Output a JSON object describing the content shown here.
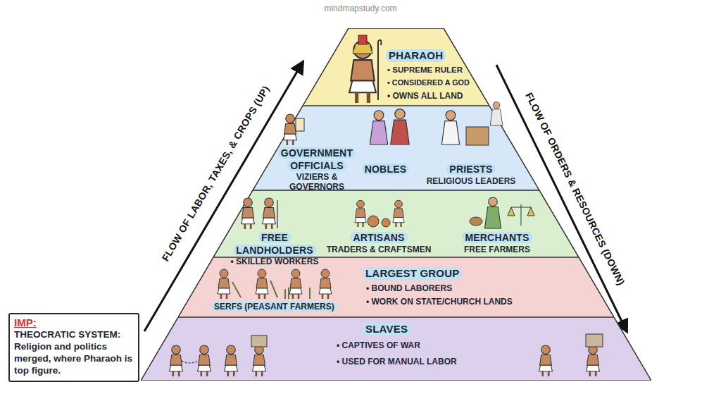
{
  "diagram": {
    "nodes": [
      {
        "text": [
          "PHARAOH",
          "• SUPREME RULER",
          "• CONSIDERED A GOD",
          "• OWNS ALL LAND"
        ]
      },
      {
        "text": [
          "GOVERNMENT OFFICIALS",
          "VIZIERS & GOVERNORS"
        ]
      },
      {
        "text": [
          "NOBLES"
        ]
      },
      {
        "text": [
          "PRIESTS",
          "RELIGIOUS LEADERS"
        ]
      },
      {
        "text": [
          "FREE LANDHOLDERS",
          "• SKILLED WORKERS"
        ]
      },
      {
        "text": [
          "ARTISANS",
          "TRADERS & CRAFTSMEN"
        ]
      },
      {
        "text": [
          "MERCHANTS",
          "FREE FARMERS"
        ]
      },
      {
        "text": [
          "LARGEST GROUP",
          "• BOUND LABORERS",
          "• WORK ON STATE/CHURCH LANDS",
          "SERFS (PEASANT FARMERS)"
        ]
      },
      {
        "text": [
          "SLAVES",
          "• CAPTIVES OF WAR",
          "• USED FOR MANUAL LABOR"
        ]
      },
      {
        "text": [
          "IMP:",
          "THEOCRATIC SYSTEM: Religion and politics merged, where Pharaoh is top figure."
        ]
      }
    ],
    "labels": [
      "mindmapstudy.com",
      "FLOW OF LABOR, TAXES, & CROPS (UP)",
      "FLOW OF ORDERS & RESOURCES (DOWN)"
    ]
  }
}
